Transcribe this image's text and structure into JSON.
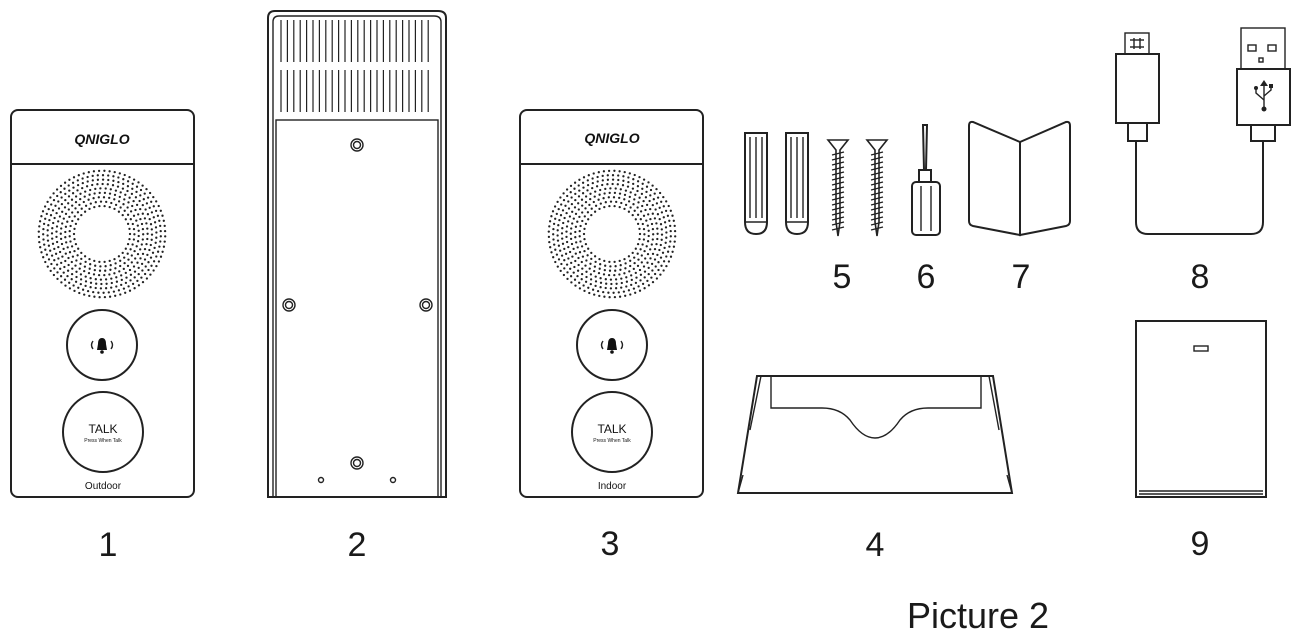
{
  "brand": "QNIGLO",
  "caption": "Picture 2",
  "items": [
    {
      "number": "1",
      "button_text": "TALK",
      "button_subtext": "Press When Talk",
      "unit_label": "Outdoor"
    },
    {
      "number": "2"
    },
    {
      "number": "3",
      "button_text": "TALK",
      "button_subtext": "Press When Talk",
      "unit_label": "Indoor"
    },
    {
      "number": "4"
    },
    {
      "number": "5"
    },
    {
      "number": "6"
    },
    {
      "number": "7"
    },
    {
      "number": "8"
    },
    {
      "number": "9"
    }
  ],
  "icons": [
    "speaker-grille-icon",
    "bell-icon",
    "usb-icon",
    "micro-usb-icon"
  ]
}
